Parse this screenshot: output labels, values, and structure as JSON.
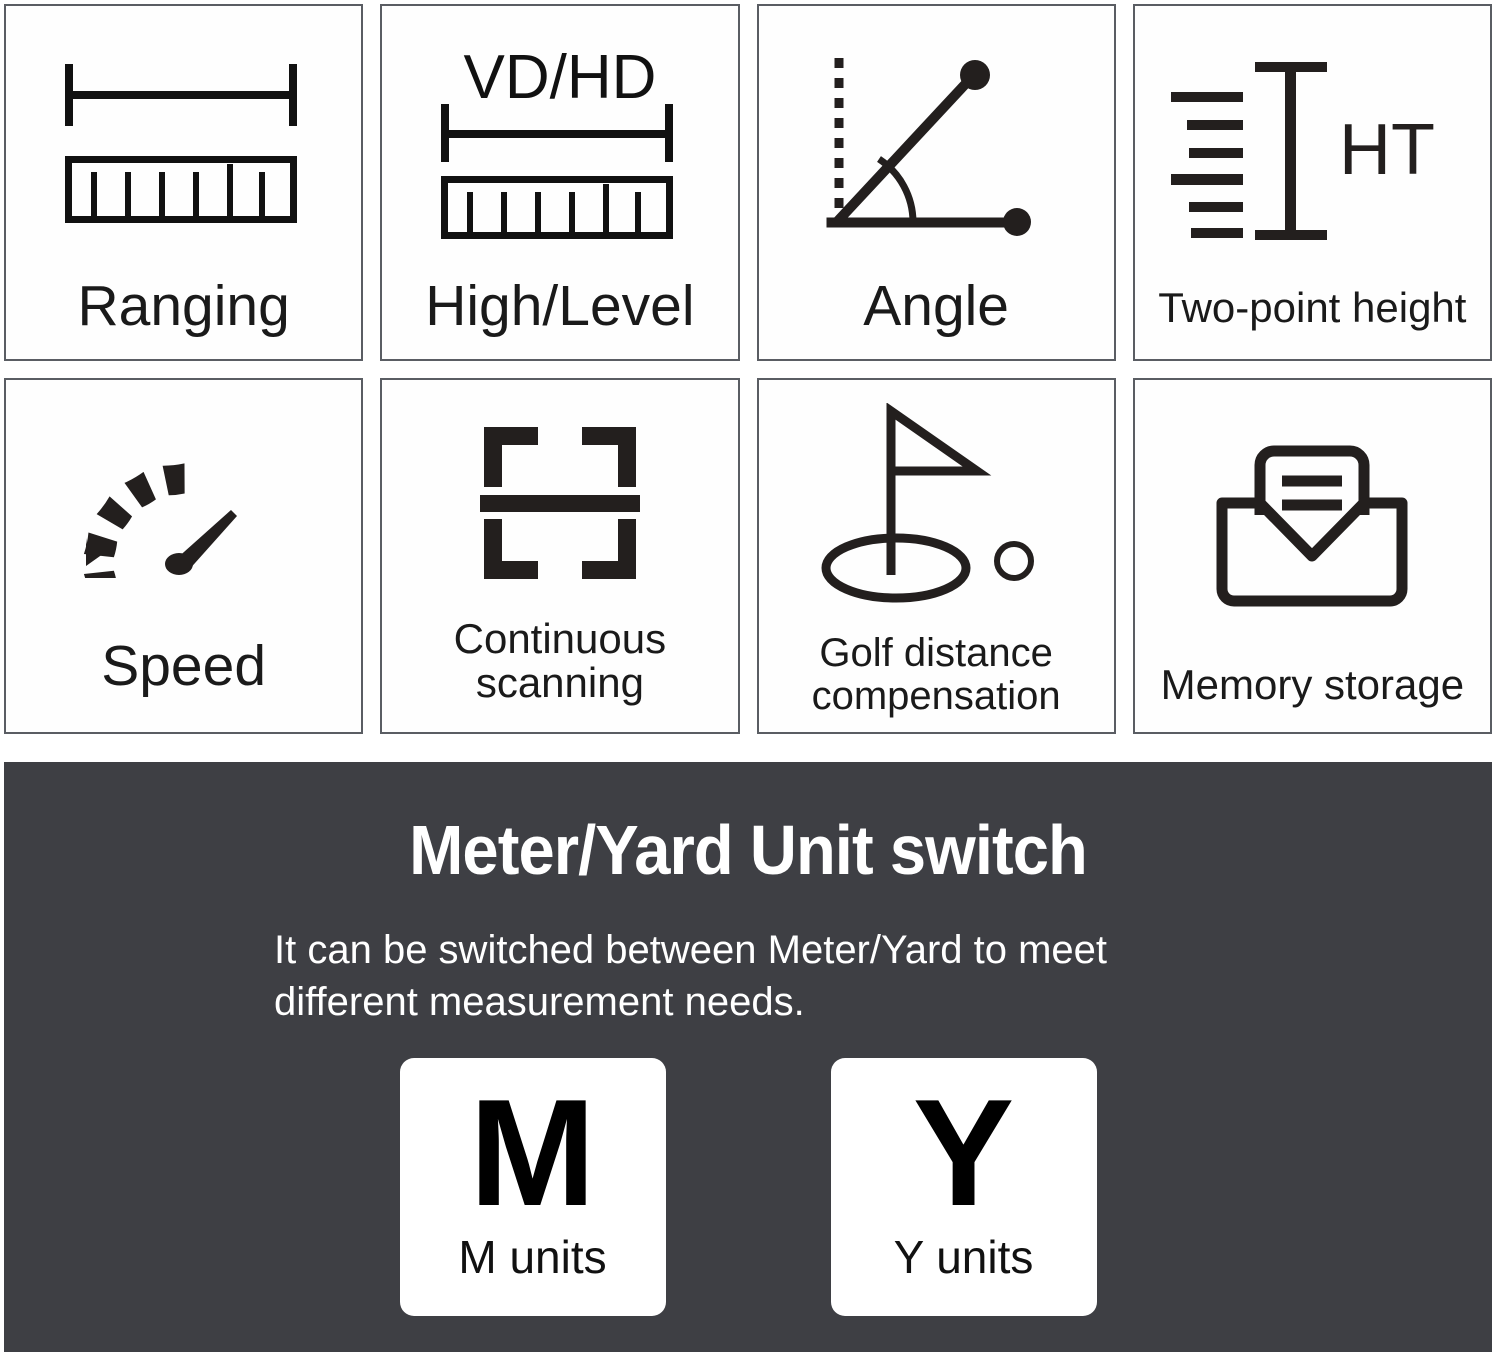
{
  "features": {
    "items": [
      {
        "key": "ranging",
        "label": "Ranging",
        "icon": "ruler-bracket-icon",
        "label_size": "lbl-xl"
      },
      {
        "key": "highlevel",
        "label": "High/Level",
        "icon": "vd-hd-ruler-icon",
        "label_size": "lbl-xl",
        "icon_text": "VD/HD"
      },
      {
        "key": "angle",
        "label": "Angle",
        "icon": "angle-icon",
        "label_size": "lbl-xl"
      },
      {
        "key": "twopoint",
        "label": "Two-point height",
        "icon": "height-ht-icon",
        "label_size": "lbl-md",
        "icon_text": "HT"
      },
      {
        "key": "speed",
        "label": "Speed",
        "icon": "speedometer-icon",
        "label_size": "lbl-xl"
      },
      {
        "key": "scan",
        "label": "Continuous scanning",
        "icon": "scan-frame-icon",
        "label_size": "lbl-md"
      },
      {
        "key": "golf",
        "label": "Golf distance\ncompensation",
        "icon": "golf-flag-icon",
        "label_size": "lbl-two"
      },
      {
        "key": "memory",
        "label": "Memory storage",
        "icon": "envelope-open-icon",
        "label_size": "lbl-md"
      }
    ]
  },
  "banner": {
    "title": "Meter/Yard Unit switch",
    "description": "It can be switched between Meter/Yard to meet different measurement needs.",
    "background_color": "#3e3f44",
    "units": [
      {
        "glyph": "M",
        "caption": "M units"
      },
      {
        "glyph": "Y",
        "caption": "Y units"
      }
    ]
  }
}
